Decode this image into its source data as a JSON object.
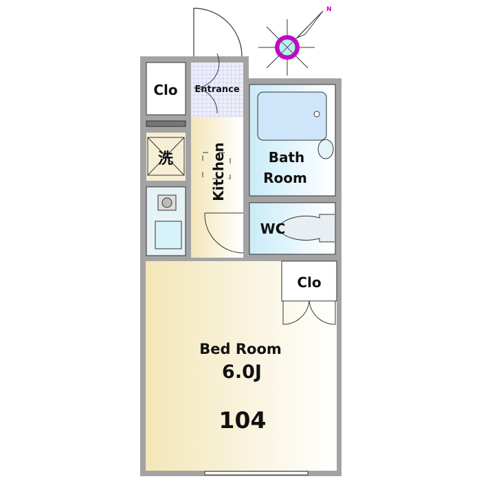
{
  "unit_number": "104",
  "rooms": {
    "closet_top": "Clo",
    "entrance": "Entrance",
    "washer": "洗",
    "kitchen": "Kitchen",
    "bath": [
      "Bath",
      "Room"
    ],
    "wc": "WC",
    "closet_bed": "Clo",
    "bedroom": "Bed Room",
    "bedroom_size": "6.0J"
  },
  "compass": {
    "north_label": "N"
  },
  "colors": {
    "wall": "#a3a3a3",
    "floor_wood": "#f5ecc8",
    "wet_area": "#d6f0f8",
    "entrance_tile": "#ddddf4",
    "compass": "#cc00cc"
  }
}
